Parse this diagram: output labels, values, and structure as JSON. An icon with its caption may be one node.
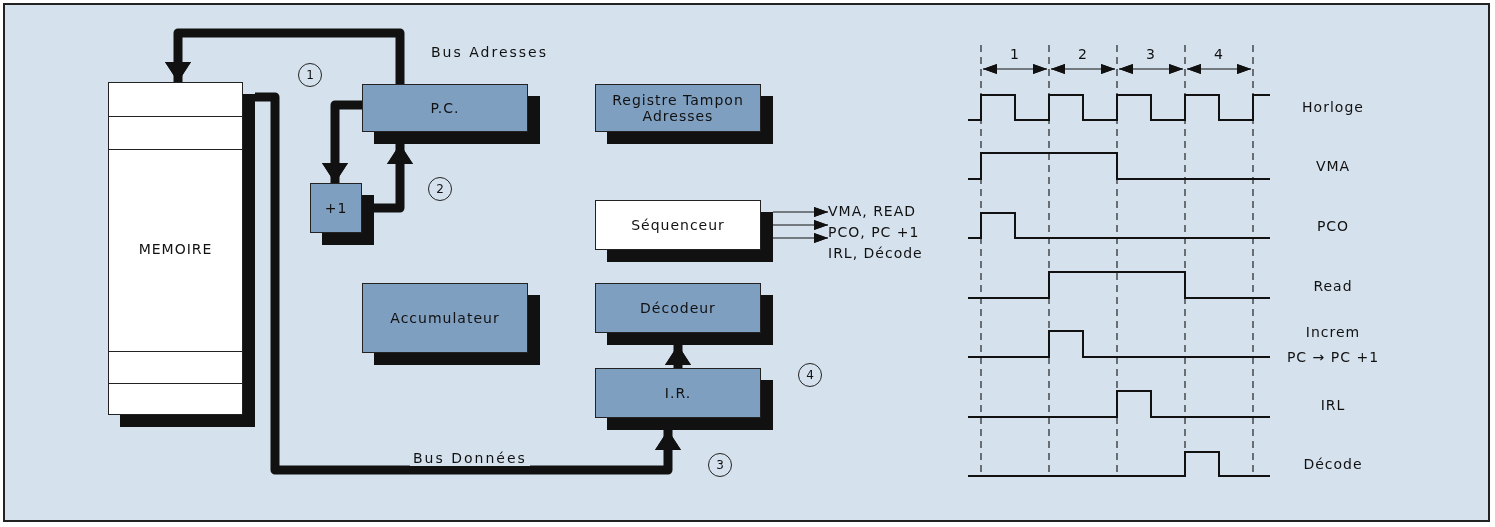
{
  "diagram": {
    "nodes": [
      {
        "text": [
          "MEMOIRE"
        ]
      },
      {
        "text": [
          "P.C."
        ]
      },
      {
        "text": [
          "+1"
        ]
      },
      {
        "text": [
          "Registre Tampon Adresses"
        ]
      },
      {
        "text": [
          "Séquenceur"
        ]
      },
      {
        "text": [
          "Accumulateur"
        ]
      },
      {
        "text": [
          "Décodeur"
        ]
      },
      {
        "text": [
          "I.R."
        ]
      },
      {
        "text": [
          "VMA, READ"
        ]
      },
      {
        "text": [
          "PCO, PC +1"
        ]
      },
      {
        "text": [
          "IRL, Décode"
        ]
      }
    ],
    "edges": [
      {
        "from": 1,
        "to": 0,
        "arrow": "to",
        "label": "Bus Adresses"
      },
      {
        "from": 1,
        "to": 2,
        "arrow": "to"
      },
      {
        "from": 2,
        "to": 1,
        "arrow": "to"
      },
      {
        "from": 0,
        "to": 7,
        "arrow": "to",
        "label": "Bus Données"
      },
      {
        "from": 7,
        "to": 6,
        "arrow": "to"
      },
      {
        "from": 4,
        "to": 8,
        "arrow": "to"
      },
      {
        "from": 4,
        "to": 9,
        "arrow": "to"
      },
      {
        "from": 4,
        "to": 10,
        "arrow": "to"
      }
    ],
    "labels": [
      "1",
      "2",
      "3",
      "4",
      "1",
      "2",
      "3",
      "4",
      "Horloge",
      "VMA",
      "PCO",
      "Read",
      "Increm",
      "PC → PC +1",
      "IRL",
      "Décode"
    ]
  }
}
